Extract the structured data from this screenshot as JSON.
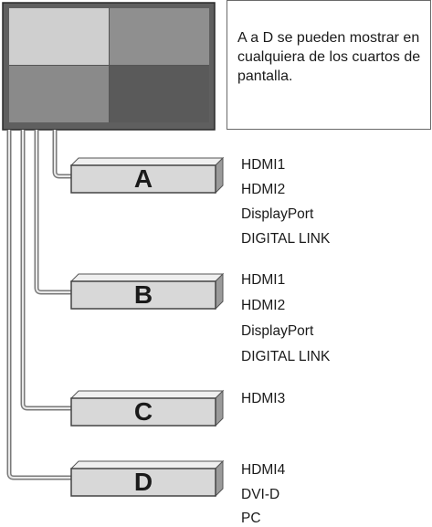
{
  "note": "A a D se pueden mostrar en cualquiera de los cuartos de pantalla.",
  "devices": [
    {
      "letter": "A",
      "ports": [
        "HDMI1",
        "HDMI2",
        "DisplayPort",
        "DIGITAL LINK"
      ]
    },
    {
      "letter": "B",
      "ports": [
        "HDMI1",
        "HDMI2",
        "DisplayPort",
        "DIGITAL LINK"
      ]
    },
    {
      "letter": "C",
      "ports": [
        "HDMI3"
      ]
    },
    {
      "letter": "D",
      "ports": [
        "HDMI4",
        "DVI-D",
        "PC"
      ]
    }
  ],
  "colors": {
    "quadrant_top_left": "#cfcfcf",
    "quadrant_top_right": "#8f8f8f",
    "quadrant_bottom_left": "#8a8a8a",
    "quadrant_bottom_right": "#5a5a5a",
    "cable": "#7a7a7a",
    "device_fill": "#d8d8d8"
  }
}
